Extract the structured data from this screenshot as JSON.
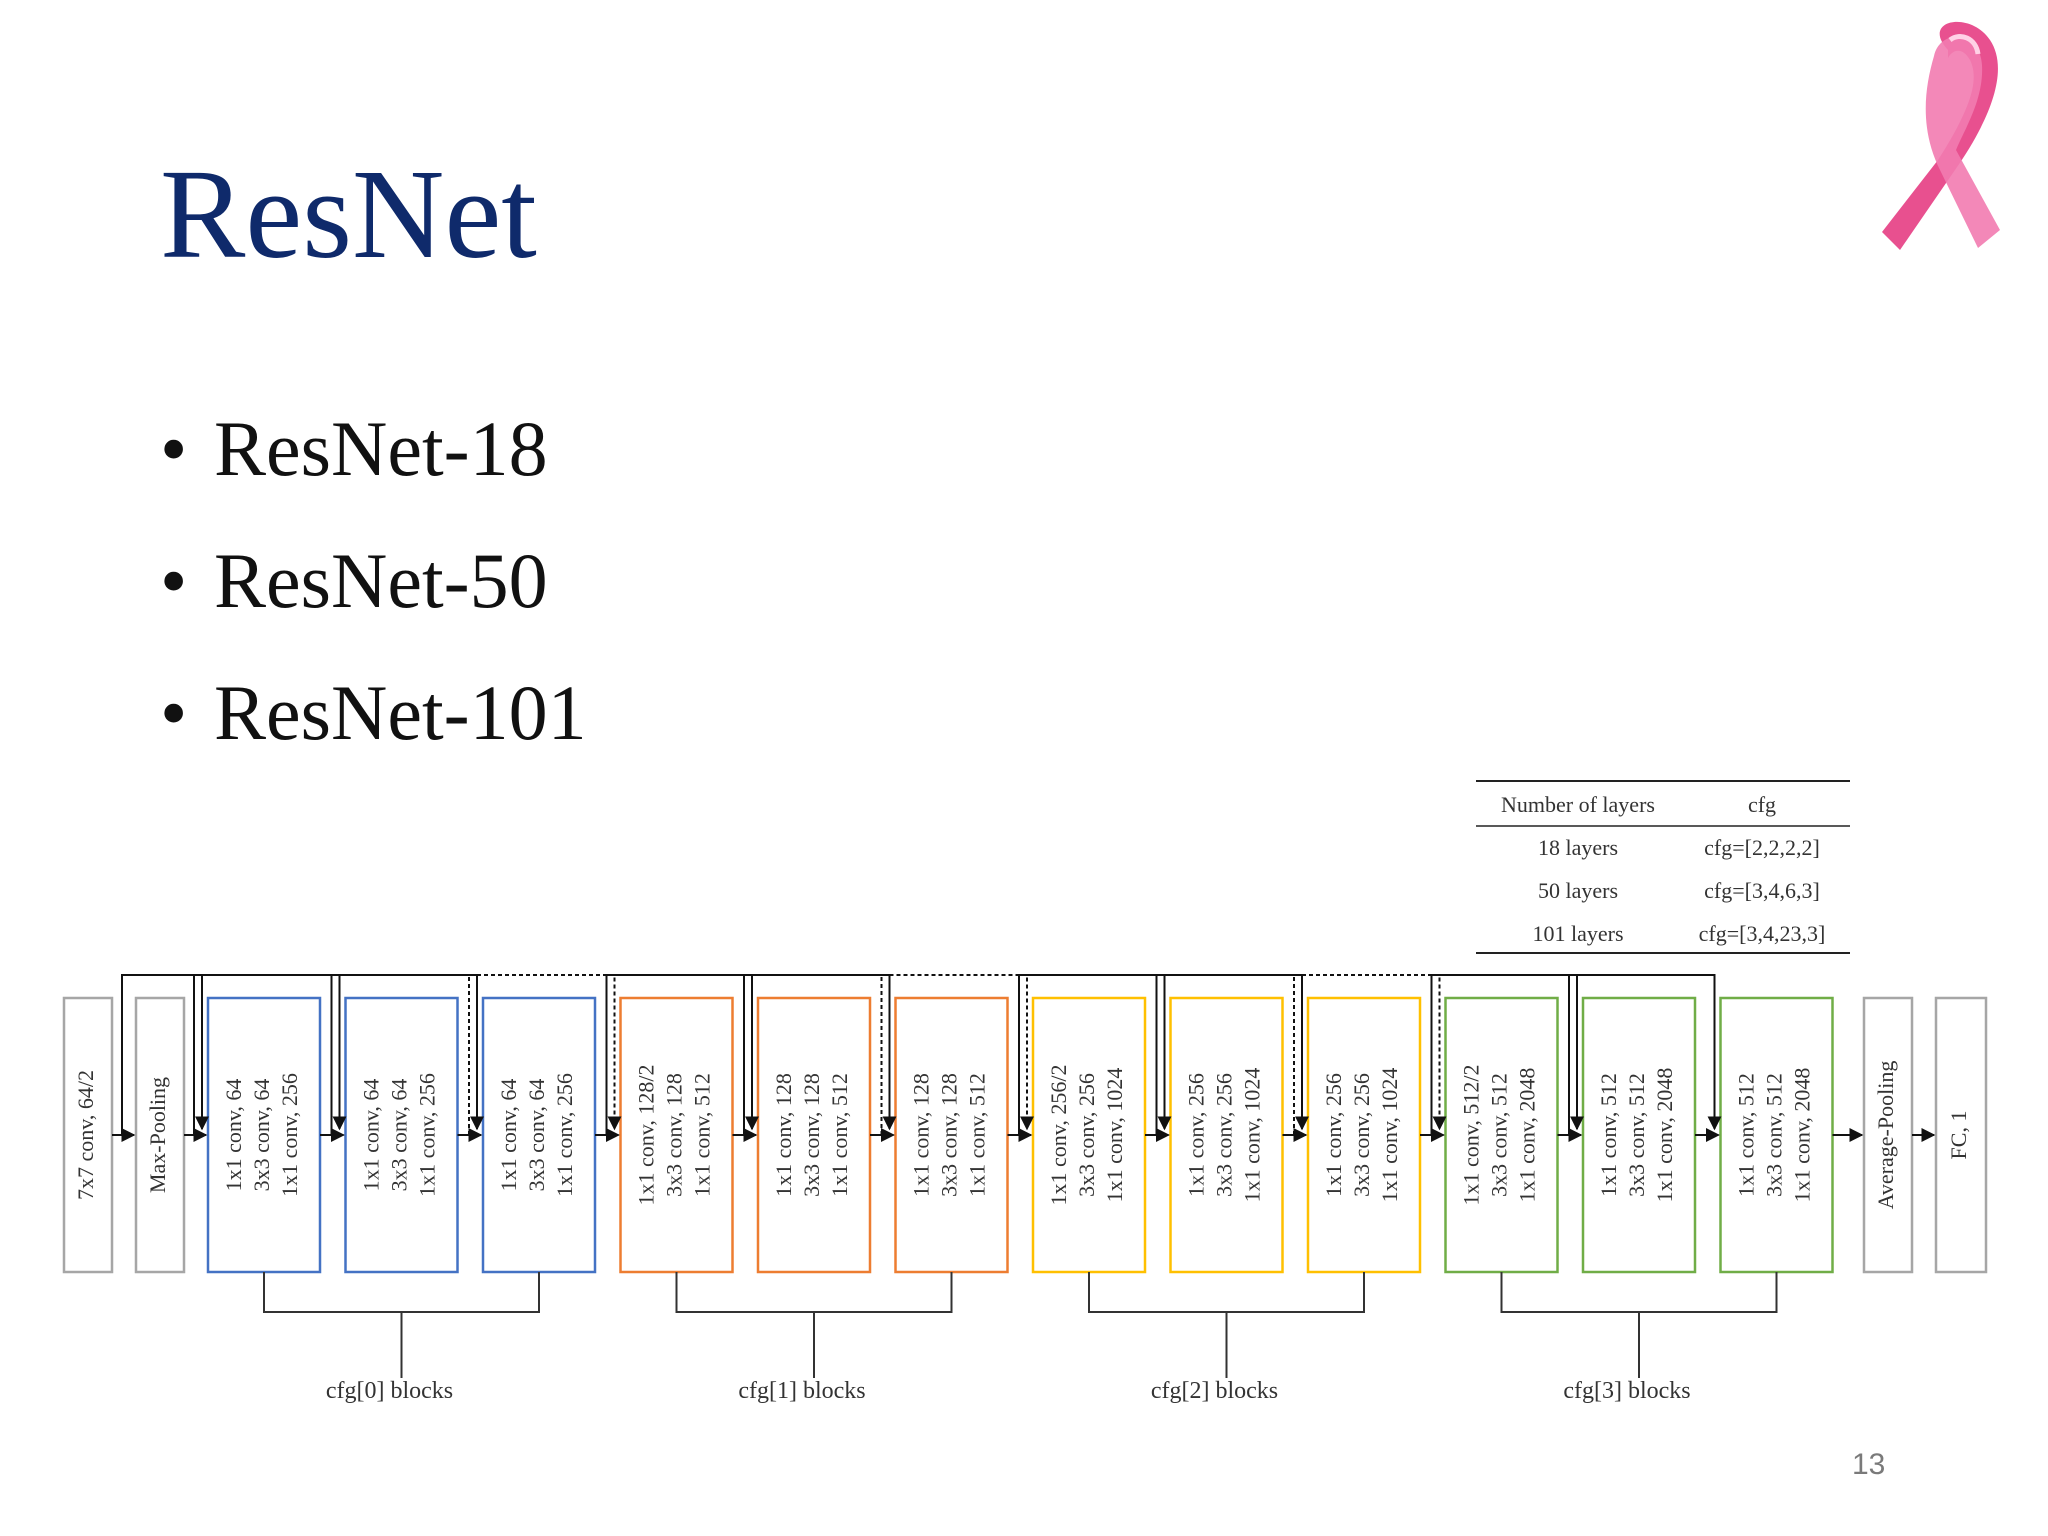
{
  "slide": {
    "title": "ResNet",
    "bullet_char": "•",
    "bullets": [
      "ResNet-18",
      "ResNet-50",
      "ResNet-101"
    ],
    "page_number": "13",
    "title_color": "#0f2a6b",
    "logo_icon": "pink-ribbon-icon"
  },
  "table": {
    "headers": [
      "Number of layers",
      "cfg"
    ],
    "rows": [
      [
        "18 layers",
        "cfg=[2,2,2,2]"
      ],
      [
        "50 layers",
        "cfg=[3,4,6,3]"
      ],
      [
        "101 layers",
        "cfg=[3,4,23,3]"
      ]
    ]
  },
  "diagram": {
    "stem": [
      "7x7 conv, 64/2",
      "Max-Pooling"
    ],
    "blocks": [
      {
        "lines": [
          "1x1 conv, 64",
          "3x3 conv, 64",
          "1x1 conv, 256"
        ],
        "stage": 0
      },
      {
        "lines": [
          "1x1 conv, 64",
          "3x3 conv, 64",
          "1x1 conv, 256"
        ],
        "stage": 0
      },
      {
        "lines": [
          "1x1 conv, 64",
          "3x3 conv, 64",
          "1x1 conv, 256"
        ],
        "stage": 0
      },
      {
        "lines": [
          "1x1 conv, 128/2",
          "3x3 conv, 128",
          "1x1 conv, 512"
        ],
        "stage": 1
      },
      {
        "lines": [
          "1x1 conv, 128",
          "3x3 conv, 128",
          "1x1 conv, 512"
        ],
        "stage": 1
      },
      {
        "lines": [
          "1x1 conv, 128",
          "3x3 conv, 128",
          "1x1 conv, 512"
        ],
        "stage": 1
      },
      {
        "lines": [
          "1x1 conv, 256/2",
          "3x3 conv, 256",
          "1x1 conv, 1024"
        ],
        "stage": 2
      },
      {
        "lines": [
          "1x1 conv, 256",
          "3x3 conv, 256",
          "1x1 conv, 1024"
        ],
        "stage": 2
      },
      {
        "lines": [
          "1x1 conv, 256",
          "3x3 conv, 256",
          "1x1 conv, 1024"
        ],
        "stage": 2
      },
      {
        "lines": [
          "1x1 conv, 512/2",
          "3x3 conv, 512",
          "1x1 conv, 2048"
        ],
        "stage": 3
      },
      {
        "lines": [
          "1x1 conv, 512",
          "3x3 conv, 512",
          "1x1 conv, 2048"
        ],
        "stage": 3
      },
      {
        "lines": [
          "1x1 conv, 512",
          "3x3 conv, 512",
          "1x1 conv, 2048"
        ],
        "stage": 3
      }
    ],
    "head": [
      "Average-Pooling",
      "FC, 1"
    ],
    "stage_labels": [
      "cfg[0] blocks",
      "cfg[1] blocks",
      "cfg[2] blocks",
      "cfg[3] blocks"
    ],
    "stage_colors": [
      "#4472c4",
      "#ed7d31",
      "#ffc000",
      "#70ad47"
    ],
    "plain_box_color": "#a6a6a6"
  }
}
